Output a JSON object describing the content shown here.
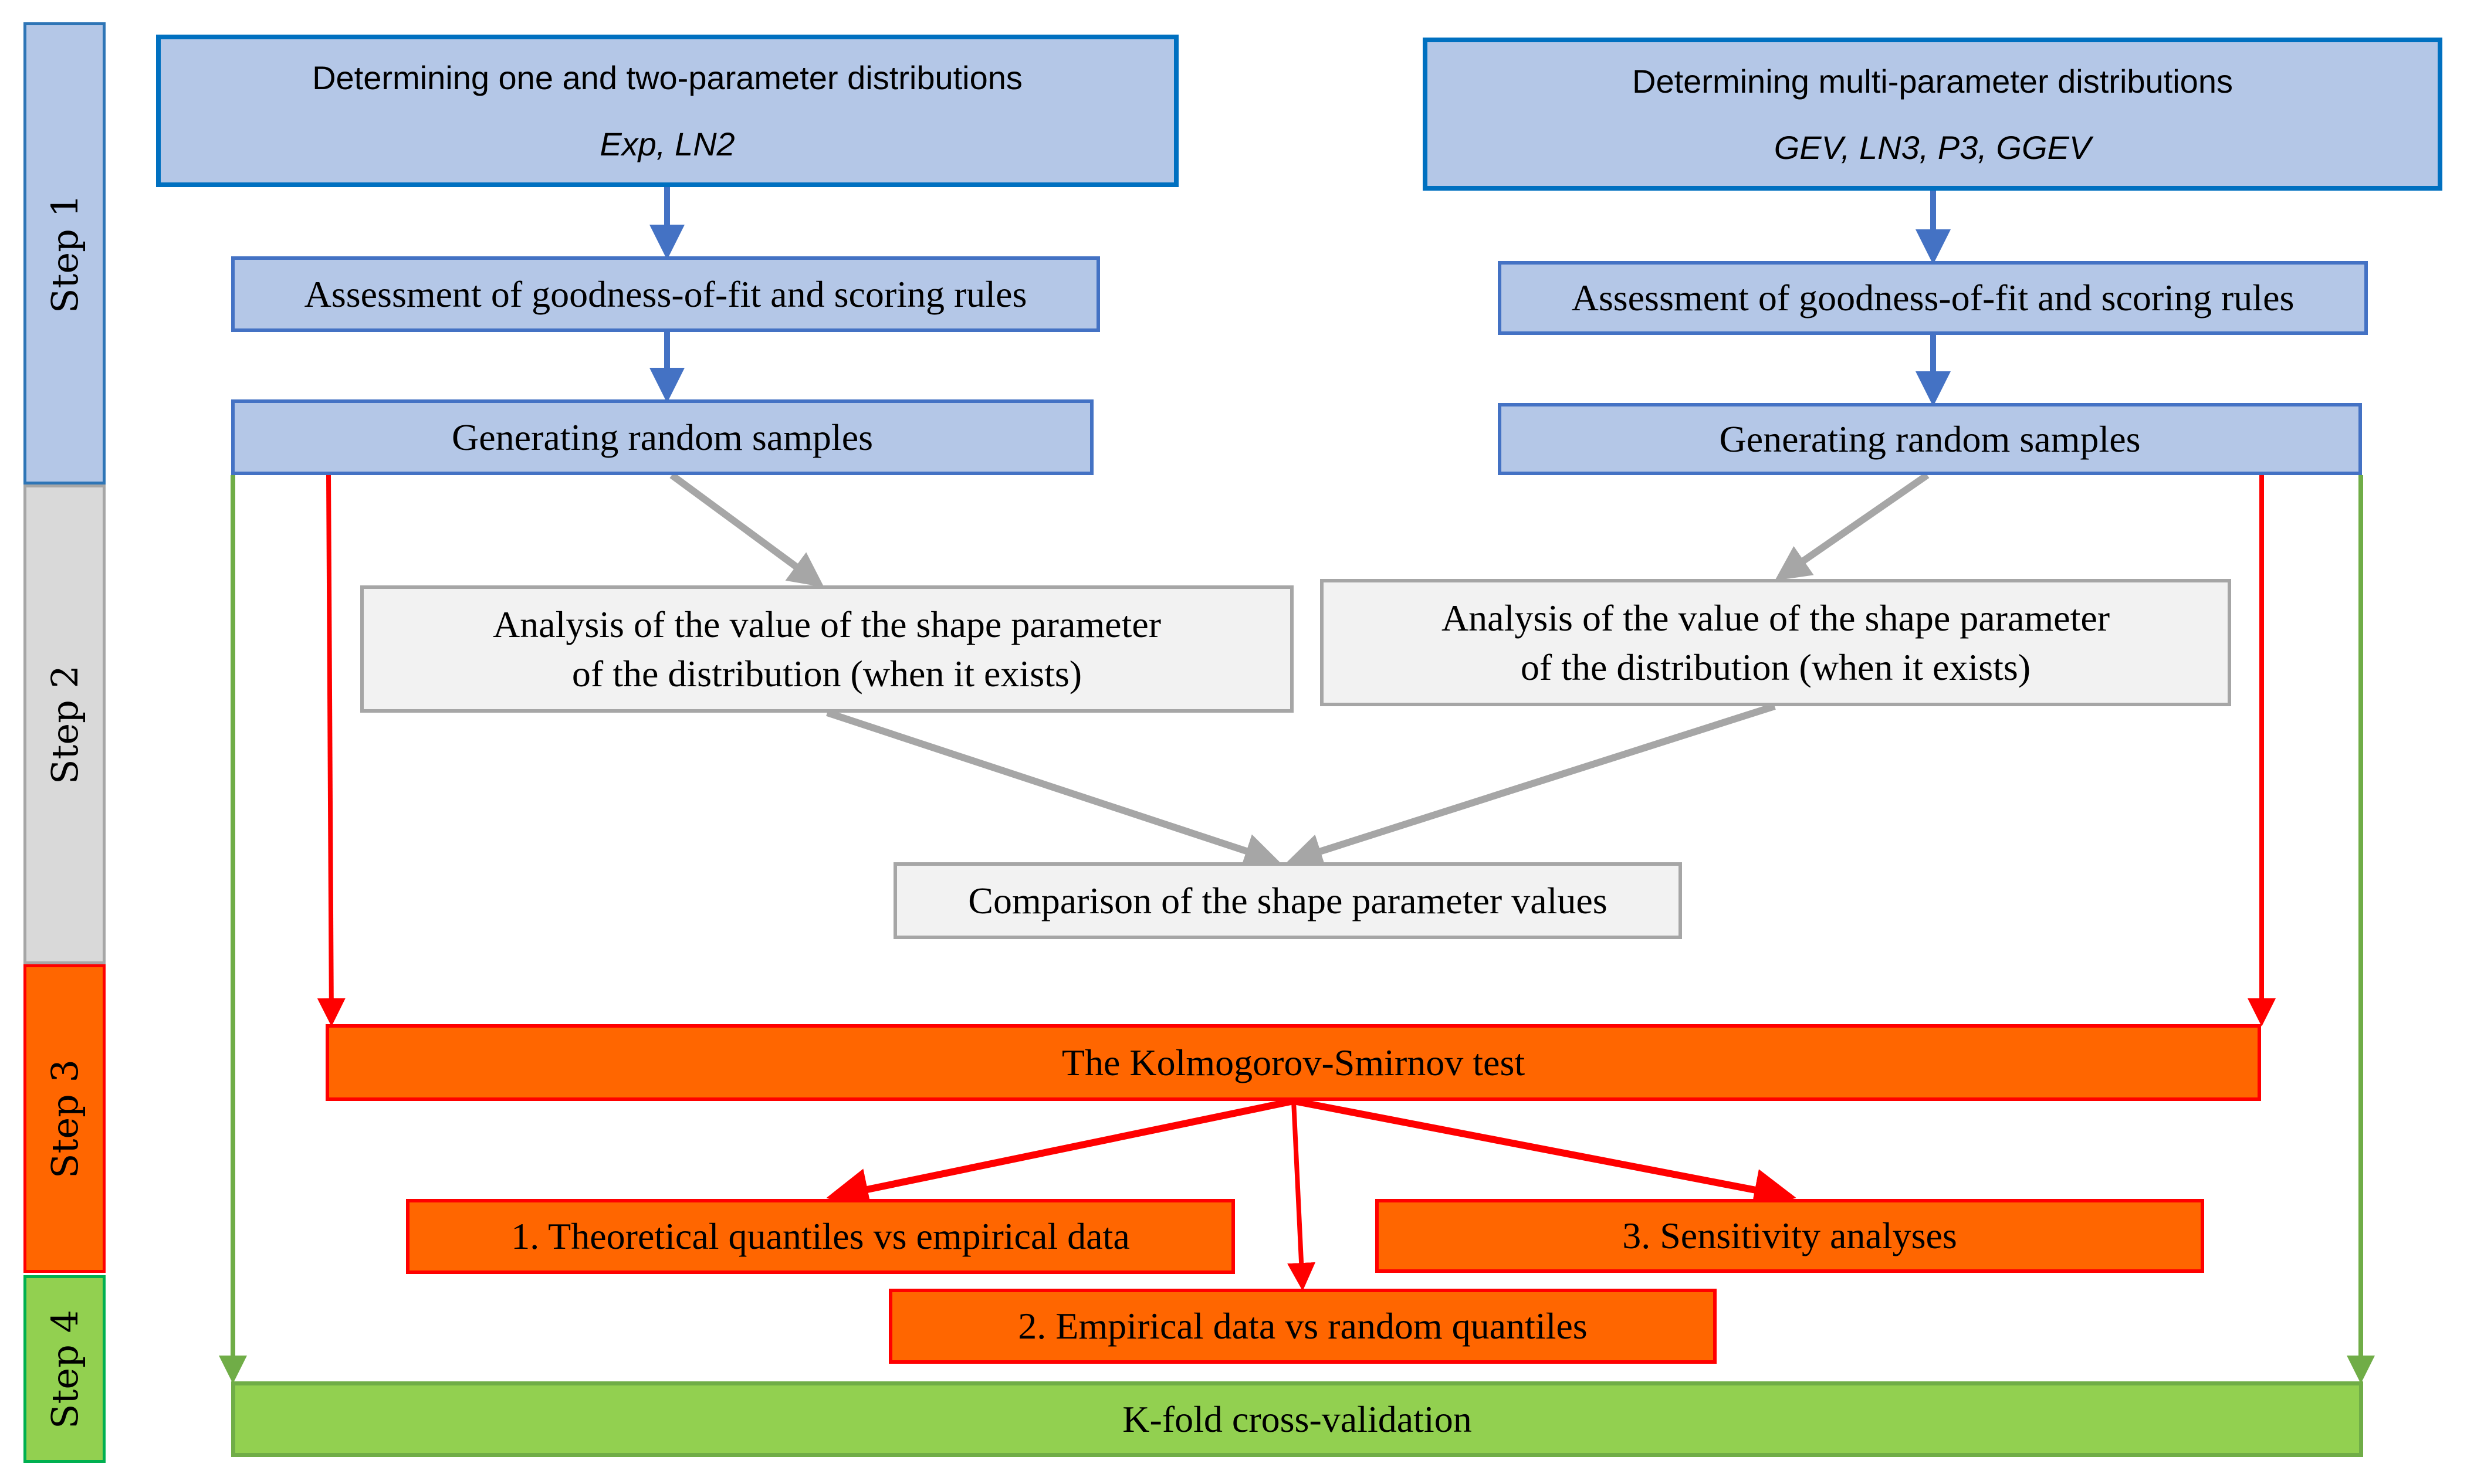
{
  "steps": [
    {
      "label": "Step 1",
      "color": "#b4c7e7"
    },
    {
      "label": "Step 2",
      "color": "#d9d9d9"
    },
    {
      "label": "Step 3",
      "color": "#ff6600"
    },
    {
      "label": "Step 4",
      "color": "#92d050"
    }
  ],
  "left_branch": {
    "title": "Determining one and two-parameter distributions",
    "distributions": "Exp, LN2",
    "assessment": "Assessment of goodness-of-fit and scoring rules",
    "generating": "Generating random samples",
    "analysis_line1": "Analysis of the value of the shape parameter",
    "analysis_line2": "of the distribution (when it exists)"
  },
  "right_branch": {
    "title": "Determining multi-parameter distributions",
    "distributions": "GEV, LN3, P3, GGEV",
    "assessment": "Assessment of goodness-of-fit and scoring rules",
    "generating": "Generating random samples",
    "analysis_line1": "Analysis of the value of the shape parameter",
    "analysis_line2": "of the distribution (when it exists)"
  },
  "comparison": "Comparison of the shape parameter values",
  "ks_test": "The Kolmogorov-Smirnov test",
  "ks_outputs": [
    "1. Theoretical quantiles vs empirical data",
    "2. Empirical data vs random quantiles",
    "3. Sensitivity analyses"
  ],
  "kfold": "K-fold cross-validation",
  "colors": {
    "arrow_blue": "#4472c4",
    "arrow_grey": "#a6a6a6",
    "arrow_red": "#ff0000",
    "arrow_green": "#70ad47"
  }
}
